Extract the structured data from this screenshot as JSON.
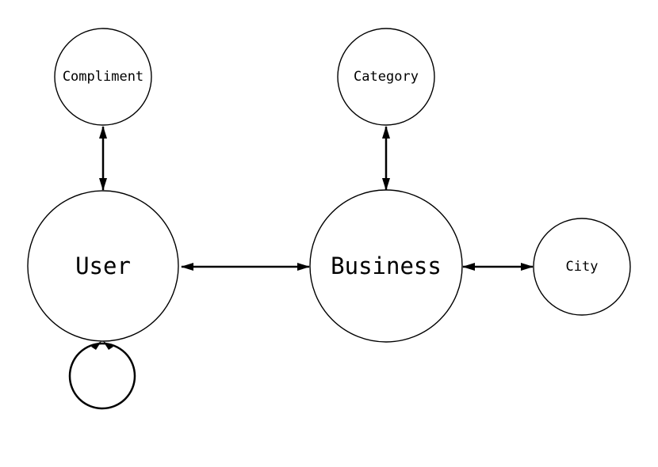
{
  "nodes": {
    "compliment": "Compliment",
    "category": "Category",
    "user": "User",
    "business": "Business",
    "city": "City"
  },
  "edges": [
    {
      "from": "compliment",
      "to": "user",
      "direction": "both"
    },
    {
      "from": "category",
      "to": "business",
      "direction": "both"
    },
    {
      "from": "user",
      "to": "business",
      "direction": "both"
    },
    {
      "from": "business",
      "to": "city",
      "direction": "both"
    },
    {
      "from": "user",
      "to": "user",
      "direction": "self-loop"
    }
  ],
  "colors": {
    "stroke": "#000000",
    "fill": "#ffffff"
  }
}
